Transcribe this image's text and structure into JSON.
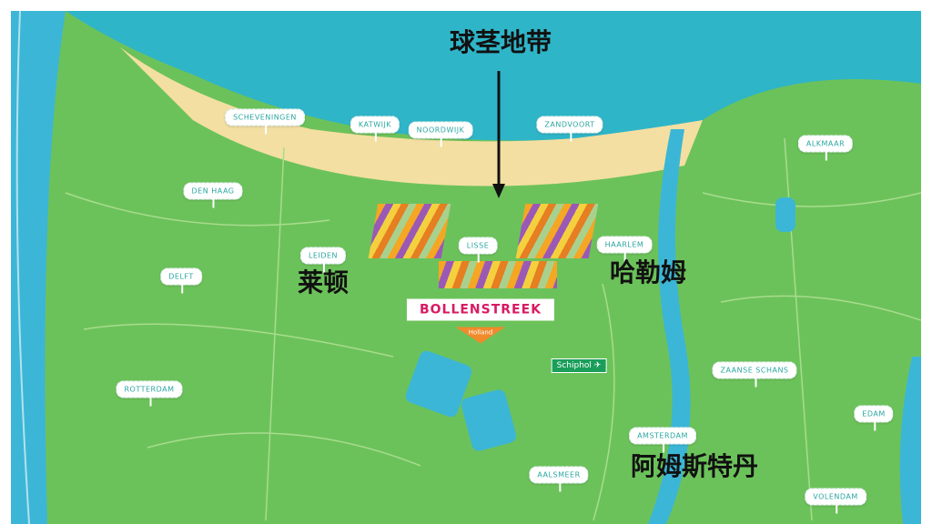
{
  "colors": {
    "sea": "#2fb5c8",
    "beach": "#f3dfa2",
    "land": "#6cc25a",
    "water": "#3cb6d6",
    "label_text": "#2aa7a0",
    "banner_text": "#d81b60",
    "banner_accent": "#f08a2b",
    "schiphol_sign": "#1a9e5a"
  },
  "annotation": {
    "title": "球茎地带",
    "leiden": "莱顿",
    "haarlem": "哈勒姆",
    "amsterdam": "阿姆斯特丹",
    "arrow_icon": "arrow-down-icon"
  },
  "banner": {
    "title": "BOLLENSTREEK",
    "subtitle": "Holland"
  },
  "schiphol": {
    "label": "Schiphol",
    "icon": "airplane-icon"
  },
  "places": {
    "scheveningen": "SCHEVENINGEN",
    "katwijk": "KATWIJK",
    "noordwijk": "NOORDWIJK",
    "zandvoort": "ZANDVOORT",
    "den_haag": "DEN HAAG",
    "delft": "DELFT",
    "leiden": "LEIDEN",
    "lisse": "LISSE",
    "haarlem": "HAARLEM",
    "alkmaar": "ALKMAAR",
    "zaanse_schans": "ZAANSE SCHANS",
    "rotterdam": "ROTTERDAM",
    "amsterdam": "AMSTERDAM",
    "edam": "EDAM",
    "aalsmeer": "AALSMEER",
    "volendam": "VOLENDAM"
  }
}
